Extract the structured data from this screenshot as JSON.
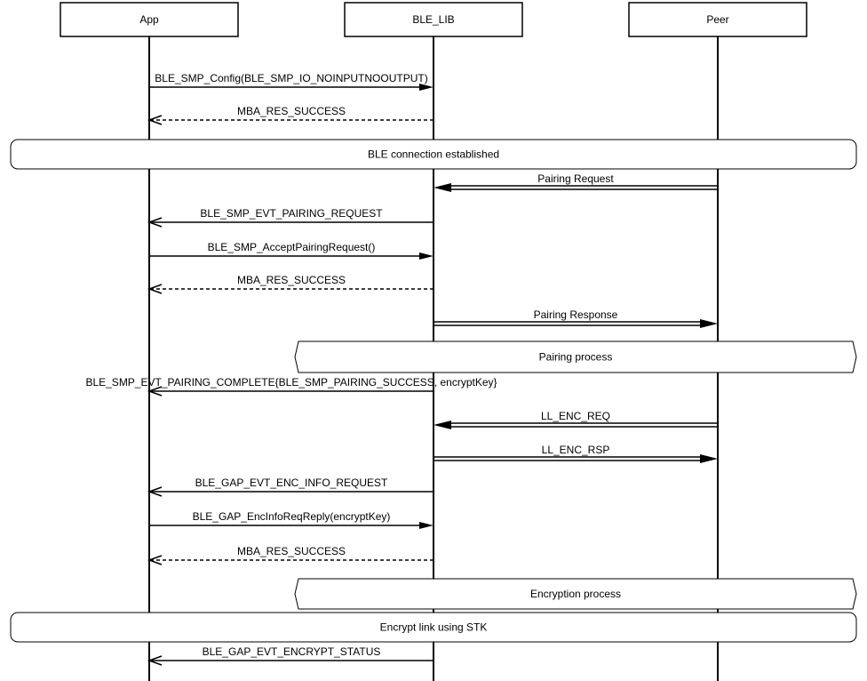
{
  "participants": [
    "App",
    "BLE_LIB",
    "Peer"
  ],
  "steps": [
    {
      "kind": "msg",
      "from": 0,
      "to": 1,
      "style": "call",
      "label": "BLE_SMP_Config(BLE_SMP_IO_NOINPUTNOOUTPUT)"
    },
    {
      "kind": "msg",
      "from": 1,
      "to": 0,
      "style": "return",
      "label": "MBA_RES_SUCCESS"
    },
    {
      "kind": "note",
      "shape": "rounded",
      "label": "BLE connection established"
    },
    {
      "kind": "msg",
      "from": 2,
      "to": 1,
      "style": "air",
      "label": "Pairing Request"
    },
    {
      "kind": "msg",
      "from": 1,
      "to": 0,
      "style": "event",
      "label": "BLE_SMP_EVT_PAIRING_REQUEST"
    },
    {
      "kind": "msg",
      "from": 0,
      "to": 1,
      "style": "call",
      "label": "BLE_SMP_AcceptPairingRequest()"
    },
    {
      "kind": "msg",
      "from": 1,
      "to": 0,
      "style": "return",
      "label": "MBA_RES_SUCCESS"
    },
    {
      "kind": "msg",
      "from": 1,
      "to": 2,
      "style": "air",
      "label": "Pairing Response"
    },
    {
      "kind": "note",
      "shape": "hexagon",
      "label": "Pairing process"
    },
    {
      "kind": "msg",
      "from": 1,
      "to": 0,
      "style": "event",
      "label": "BLE_SMP_EVT_PAIRING_COMPLETE{BLE_SMP_PAIRING_SUCCESS, encryptKey}"
    },
    {
      "kind": "msg",
      "from": 2,
      "to": 1,
      "style": "air",
      "label": "LL_ENC_REQ"
    },
    {
      "kind": "msg",
      "from": 1,
      "to": 2,
      "style": "air",
      "label": "LL_ENC_RSP"
    },
    {
      "kind": "msg",
      "from": 1,
      "to": 0,
      "style": "event",
      "label": "BLE_GAP_EVT_ENC_INFO_REQUEST"
    },
    {
      "kind": "msg",
      "from": 0,
      "to": 1,
      "style": "call",
      "label": "BLE_GAP_EncInfoReqReply(encryptKey)"
    },
    {
      "kind": "msg",
      "from": 1,
      "to": 0,
      "style": "return",
      "label": "MBA_RES_SUCCESS"
    },
    {
      "kind": "note",
      "shape": "hexagon",
      "label": "Encryption process"
    },
    {
      "kind": "note",
      "shape": "rounded",
      "label": "Encrypt link using STK"
    },
    {
      "kind": "msg",
      "from": 1,
      "to": 0,
      "style": "event",
      "label": "BLE_GAP_EVT_ENCRYPT_STATUS"
    }
  ]
}
